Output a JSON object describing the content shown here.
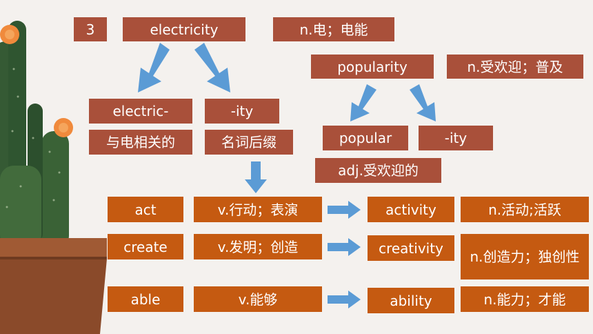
{
  "colors": {
    "background": "#f4f1ee",
    "box_red": "#a9503a",
    "box_orange": "#c55a11",
    "arrow": "#5b9bd5"
  },
  "tree1": {
    "number": "3",
    "word": "electricity",
    "meaning": "n.电；电能",
    "part_left": "electric-",
    "part_left_meaning": "与电相关的",
    "part_right": "-ity",
    "part_right_meaning": "名词后缀"
  },
  "tree2": {
    "word": "popularity",
    "meaning": "n.受欢迎；普及",
    "part_left": "popular",
    "part_right": "-ity",
    "part_left_meaning": "adj.受欢迎的"
  },
  "rows": [
    {
      "verb": "act",
      "verb_meaning": "v.行动；表演",
      "noun": "activity",
      "noun_meaning": "n.活动;活跃"
    },
    {
      "verb": "create",
      "verb_meaning": "v.发明；创造",
      "noun": "creativity",
      "noun_meaning": "n.创造力；独创性"
    },
    {
      "verb": "able",
      "verb_meaning": "v.能够",
      "noun": "ability",
      "noun_meaning": "n.能力；才能"
    }
  ],
  "icons": [
    "cactus-plant-decoration",
    "down-arrow-icon",
    "right-arrow-icon"
  ]
}
